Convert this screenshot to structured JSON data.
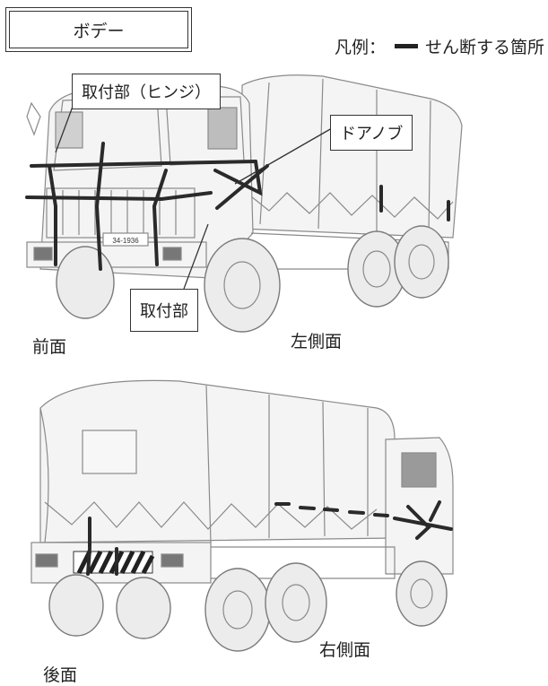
{
  "title": "ボデー",
  "legend": {
    "prefix": "凡例：",
    "text": "せん断する箇所",
    "line_color": "#222222"
  },
  "callouts": {
    "hinge": "取付部（ヒンジ）",
    "door_knob": "ドアノブ",
    "mount": "取付部"
  },
  "views": {
    "front": "前面",
    "left_side": "左側面",
    "rear": "後面",
    "right_side": "右側面"
  },
  "plate": "34-1936"
}
